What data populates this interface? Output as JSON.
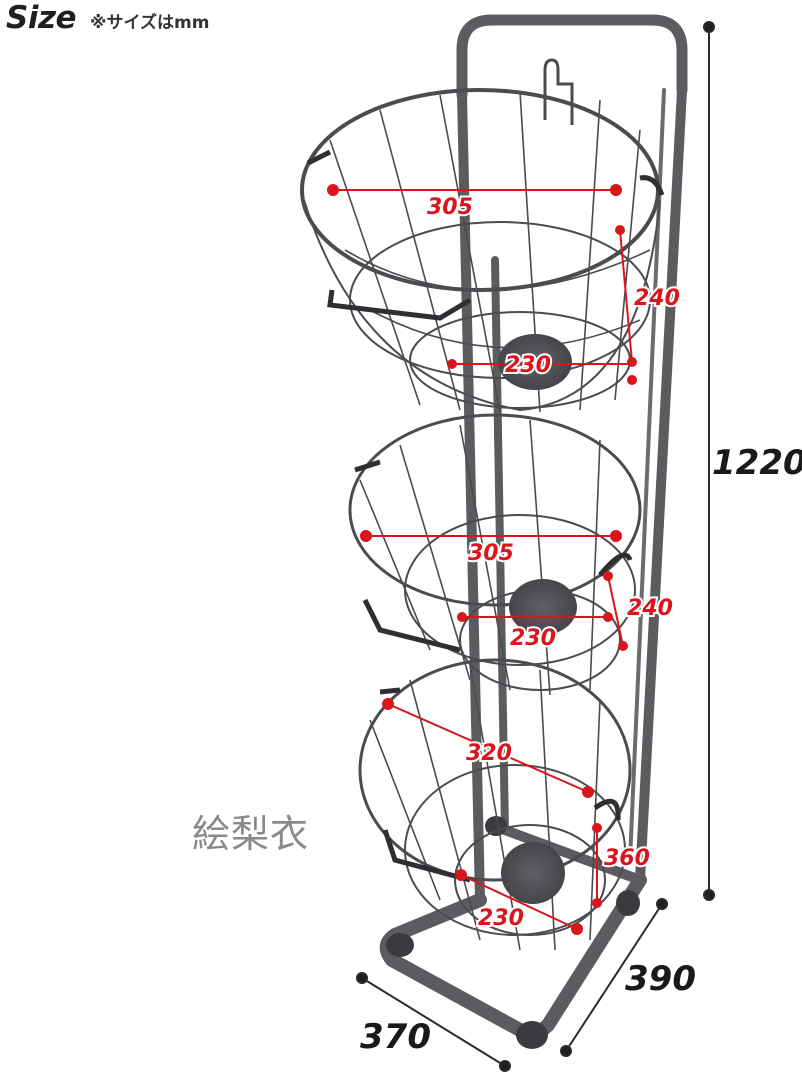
{
  "header": {
    "title": "Size",
    "unit_note": "※サイズはmm"
  },
  "watermark": "絵梨衣",
  "colors": {
    "frame": "#5a5c60",
    "wire": "#4a4c50",
    "dimension_red": "#d9161c",
    "dimension_black": "#1a1a1a"
  },
  "dimensions": {
    "top_basket": {
      "top_diameter": "305",
      "depth": "240",
      "bottom_diameter": "230"
    },
    "middle_basket": {
      "top_diameter": "305",
      "depth": "240",
      "bottom_diameter": "230"
    },
    "bottom_basket": {
      "top_diameter": "320",
      "depth": "360",
      "bottom_diameter": "230"
    },
    "overall_height": "1220",
    "base_width": "370",
    "base_depth": "390"
  }
}
